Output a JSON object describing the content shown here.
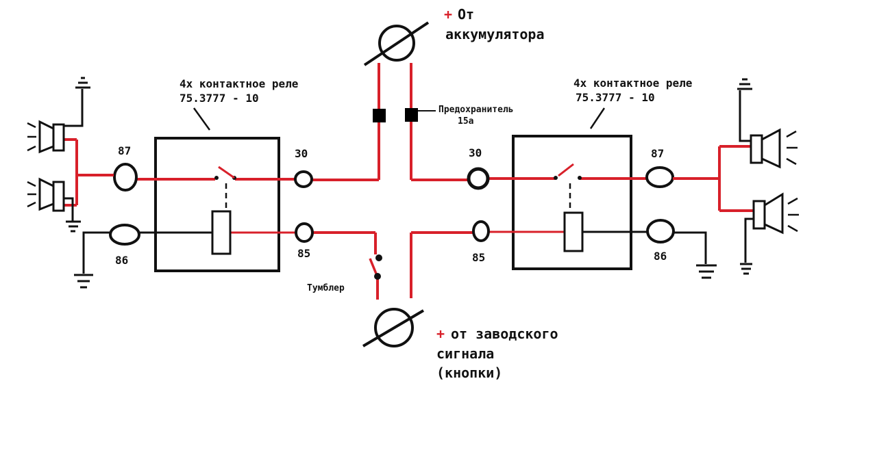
{
  "colors": {
    "wire_red": "#d8202a",
    "wire_black": "#111111",
    "fuse": "#000000",
    "background": "#ffffff"
  },
  "relay_left": {
    "title_line1": "4х контактное реле",
    "title_line2": "75.3777 - 10",
    "pin_87": "87",
    "pin_86": "86",
    "pin_30": "30",
    "pin_85": "85"
  },
  "relay_right": {
    "title_line1": "4х контактное реле",
    "title_line2": "75.3777 - 10",
    "pin_87": "87",
    "pin_86": "86",
    "pin_30": "30",
    "pin_85": "85"
  },
  "battery": {
    "plus": "+",
    "line1": "От",
    "line2": "аккумулятора"
  },
  "fuse": {
    "line1": "Предохранитель",
    "line2": "15а"
  },
  "toggle": {
    "label": "Тумблер"
  },
  "factory_signal": {
    "plus": "+",
    "line1": "от заводского",
    "line2": "сигнала",
    "line3": "(кнопки)"
  },
  "icons": {
    "horn": "horn-icon",
    "ground": "ground-icon",
    "connector": "connector-icon",
    "switch": "switch-icon"
  }
}
